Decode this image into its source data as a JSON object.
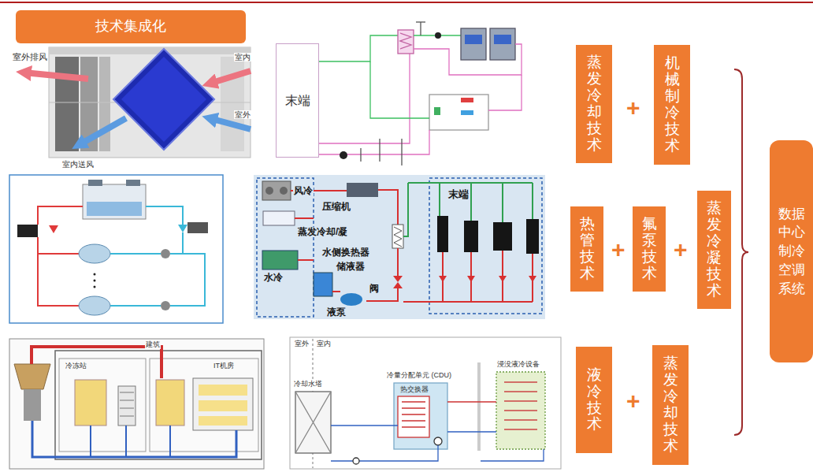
{
  "diagram": {
    "nodes": [
      {
        "text": [
          "技术集成化"
        ]
      },
      {
        "text": [
          "末端"
        ]
      },
      {
        "text": [
          "蒸发冷却技术"
        ]
      },
      {
        "text": [
          "机械制冷技术"
        ]
      },
      {
        "text": [
          "热管技术"
        ]
      },
      {
        "text": [
          "氟泵技术"
        ]
      },
      {
        "text": [
          "蒸发冷凝技术"
        ]
      },
      {
        "text": [
          "液冷技术"
        ]
      },
      {
        "text": [
          "蒸发冷却技术"
        ]
      },
      {
        "text": [
          "数据中心制冷空调系统"
        ]
      }
    ],
    "labels": [
      "室外排风",
      "室内",
      "室外",
      "室内送风",
      "风冷",
      "压缩机",
      "蒸发冷却/凝",
      "水侧换热器",
      "末端",
      "储液器",
      "水冷",
      "阀",
      "液泵",
      "建筑",
      "冷冻站",
      "IT机房",
      "室外",
      "室内",
      "冷却水塔",
      "冷量分配单元 (CDU)",
      "热交换器",
      "浸没液冷设备",
      "+",
      "+",
      "+",
      "+"
    ]
  }
}
